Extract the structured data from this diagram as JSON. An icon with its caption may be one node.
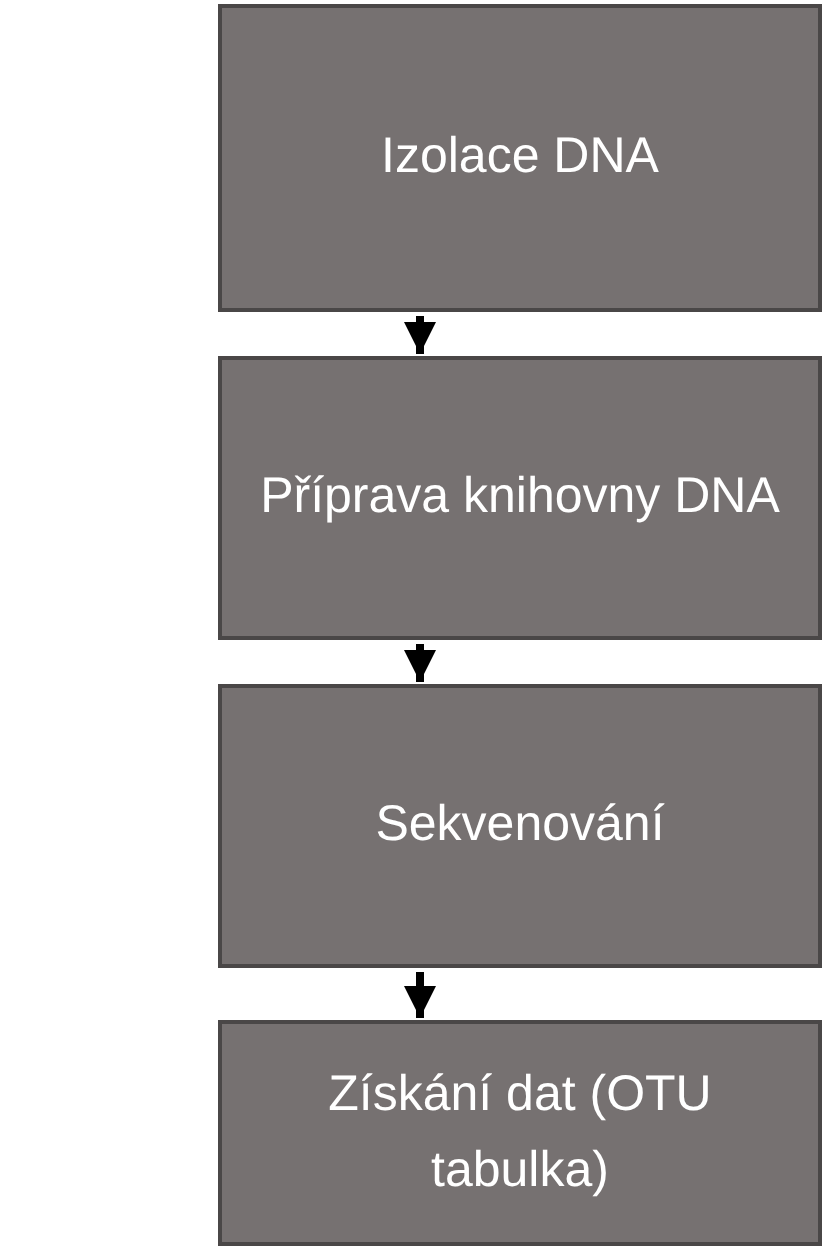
{
  "diagram": {
    "nodes": [
      {
        "text": [
          "Izolace DNA"
        ]
      },
      {
        "text": [
          "Příprava knihovny DNA"
        ]
      },
      {
        "text": [
          "Sekvenování"
        ]
      },
      {
        "text": [
          "Získání dat (OTU tabulka)"
        ]
      }
    ],
    "edges": [
      {
        "from": 0,
        "to": 1,
        "arrow": "to"
      },
      {
        "from": 1,
        "to": 2,
        "arrow": "to"
      },
      {
        "from": 2,
        "to": 3,
        "arrow": "to"
      }
    ]
  }
}
